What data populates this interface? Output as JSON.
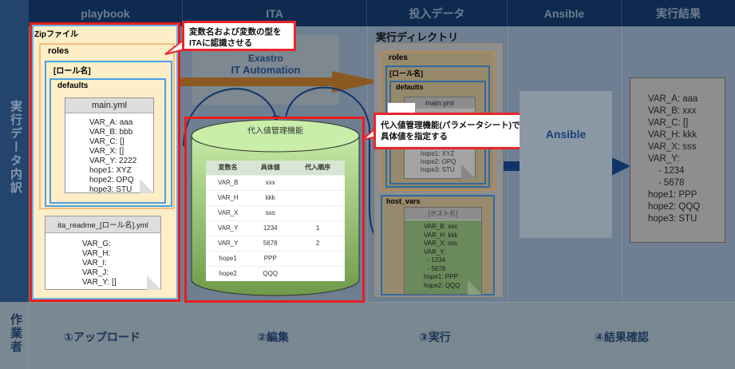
{
  "headers": [
    "playbook",
    "ITA",
    "投入データ",
    "Ansible",
    "実行結果"
  ],
  "row_labels": {
    "data": "実行データ内訳",
    "worker": "作業者"
  },
  "steps": [
    "①アップロード",
    "②編集",
    "③実行",
    "④結果確認"
  ],
  "playbook": {
    "zip_label": "Zipファイル",
    "roles_label": "roles",
    "role_name_label": "[ロール名]",
    "defaults_label": "defaults",
    "main_yml": {
      "title": "main.yml",
      "lines": [
        "VAR_A: aaa",
        "VAR_B: bbb",
        "VAR_C: []",
        "VAR_X: []",
        "VAR_Y: 2222",
        "hope1: XYZ",
        "hope2: OPQ",
        "hope3: STU"
      ]
    },
    "readme_yml": {
      "title": "ita_readme_[ロール名].yml",
      "lines": [
        "VAR_G:",
        "VAR_H:",
        "VAR_I:",
        "VAR_J:",
        "VAR_Y: []"
      ]
    }
  },
  "callout1": {
    "lines": [
      "変数名および変数の型を",
      "ITAに認識させる"
    ]
  },
  "ita": {
    "logo_lines": [
      "Exastro",
      "IT Automation"
    ],
    "db_title": "代入値管理機能",
    "table": {
      "headers": [
        "変数名",
        "具体値",
        "代入順序"
      ],
      "rows": [
        [
          "VAR_B",
          "xxx",
          ""
        ],
        [
          "VAR_H",
          "kkk",
          ""
        ],
        [
          "VAR_X",
          "sss",
          ""
        ],
        [
          "VAR_Y",
          "1234",
          "1"
        ],
        [
          "VAR_Y",
          "5678",
          "2"
        ],
        [
          "hope1",
          "PPP",
          ""
        ],
        [
          "hope2",
          "QQQ",
          ""
        ]
      ]
    }
  },
  "callout2": {
    "lines": [
      "代入値管理機能(パラメータシート)で",
      "具体値を指定する"
    ]
  },
  "exec_dir": {
    "title": "実行ディレクトリ",
    "roles_label": "roles",
    "role_name_label": "[ロール名]",
    "defaults_label": "defaults",
    "main_yml_title": "main.yml",
    "main_yml_visible": [
      "hope1: XYZ",
      "hope2: OPQ",
      "hope3: STU"
    ],
    "host_vars_label": "host_vars",
    "host_file": {
      "title": "[ホスト名]",
      "lines": [
        "VAR_B: xxx",
        "VAR_H: kkk",
        "VAR_X: sss",
        "VAR_Y:",
        "  - 1234",
        "  - 5678",
        "hope1: PPP",
        "hope2: QQQ"
      ]
    }
  },
  "ansible": {
    "label": "Ansible"
  },
  "result": {
    "lines": [
      "VAR_A: aaa",
      "VAR_B: xxx",
      "VAR_C: []",
      "VAR_H: kkk",
      "VAR_X: sss",
      "VAR_Y:",
      "    - 1234",
      "    - 5678",
      "hope1: PPP",
      "hope2: QQQ",
      "hope3: STU"
    ]
  },
  "colors": {
    "header": "#0f2a4f",
    "highlight": "#e81d1d",
    "arrow_brown": "#8a5a22",
    "arrow_navy": "#0f3566"
  }
}
